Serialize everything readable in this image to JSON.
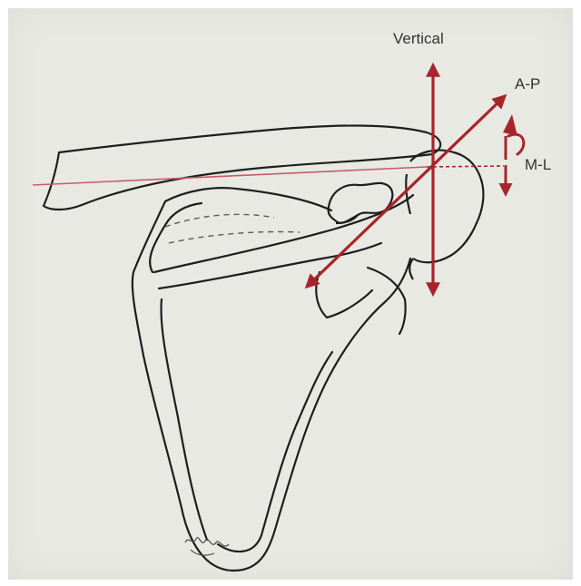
{
  "labels": {
    "vertical": "Vertical",
    "ap": "A-P",
    "ml": "M-L"
  },
  "colors": {
    "paper": "#e9e9e4",
    "bone_outline": "#1e1e1e",
    "axis_arrows": "#a8242c",
    "axis_line": "#c85a6a"
  },
  "icons": {
    "rotation": "curved-rotation-arrow-icon",
    "signature": "artist-signature"
  }
}
